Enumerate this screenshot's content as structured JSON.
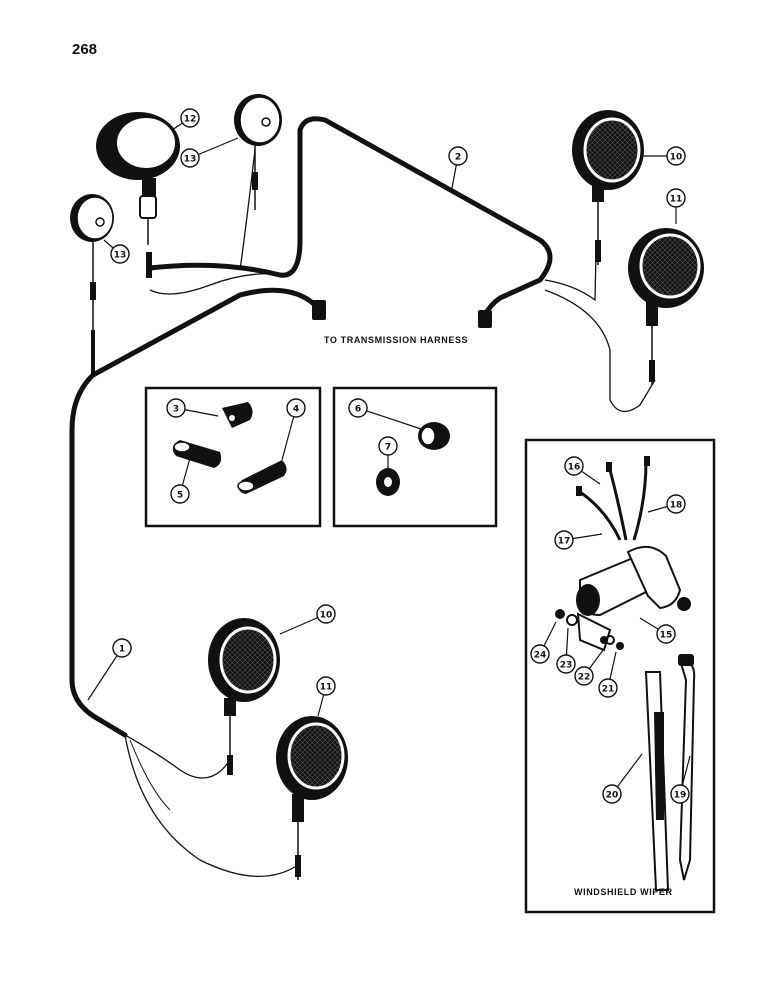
{
  "page_number": "268",
  "labels": {
    "transmission": "TO TRANSMISSION HARNESS",
    "wiper": "WINDSHIELD WIPER"
  },
  "callouts": {
    "c1": "1",
    "c2": "2",
    "c3": "3",
    "c4": "4",
    "c5": "5",
    "c6": "6",
    "c7": "7",
    "c10a": "10",
    "c10b": "10",
    "c11a": "11",
    "c11b": "11",
    "c12": "12",
    "c13a": "13",
    "c13b": "13",
    "c15": "15",
    "c16": "16",
    "c17": "17",
    "c18": "18",
    "c19": "19",
    "c20": "20",
    "c21": "21",
    "c22": "22",
    "c23": "23",
    "c24": "24"
  }
}
